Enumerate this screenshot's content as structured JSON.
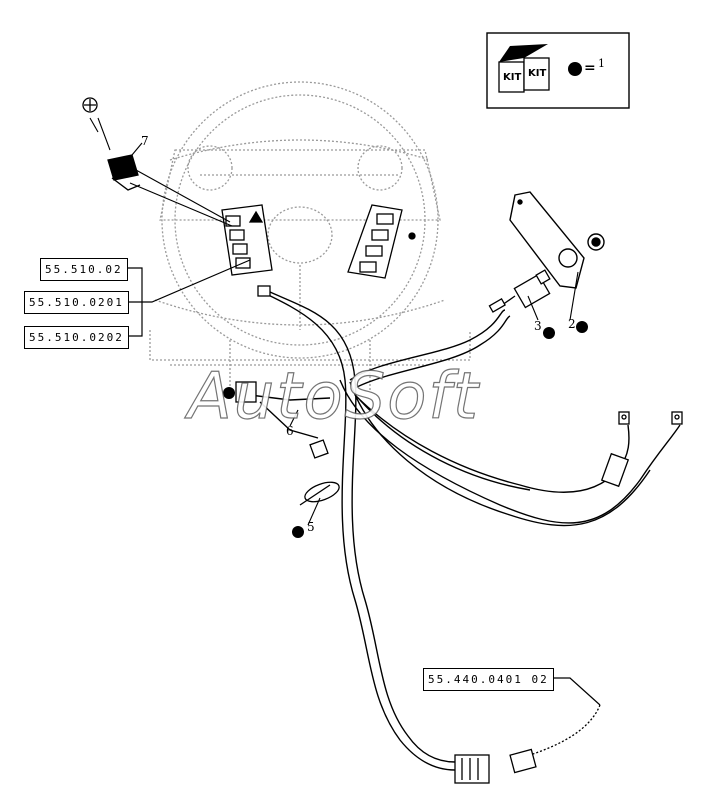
{
  "watermark": "AutoSoft",
  "kit_legend": {
    "kit_label_1": "KIT",
    "kit_label_2": "KIT",
    "equals": "=",
    "number": "1"
  },
  "references": {
    "ref1": "55.510.02",
    "ref2": "55.510.0201",
    "ref3": "55.510.0202",
    "ref4": "55.440.0401 02"
  },
  "callouts": {
    "item2": "2",
    "item3": "3",
    "item5": "5",
    "item6": "6",
    "item7": "7"
  },
  "colors": {
    "ink": "#000000",
    "ghost": "#9a9a9a",
    "paper": "#ffffff"
  }
}
